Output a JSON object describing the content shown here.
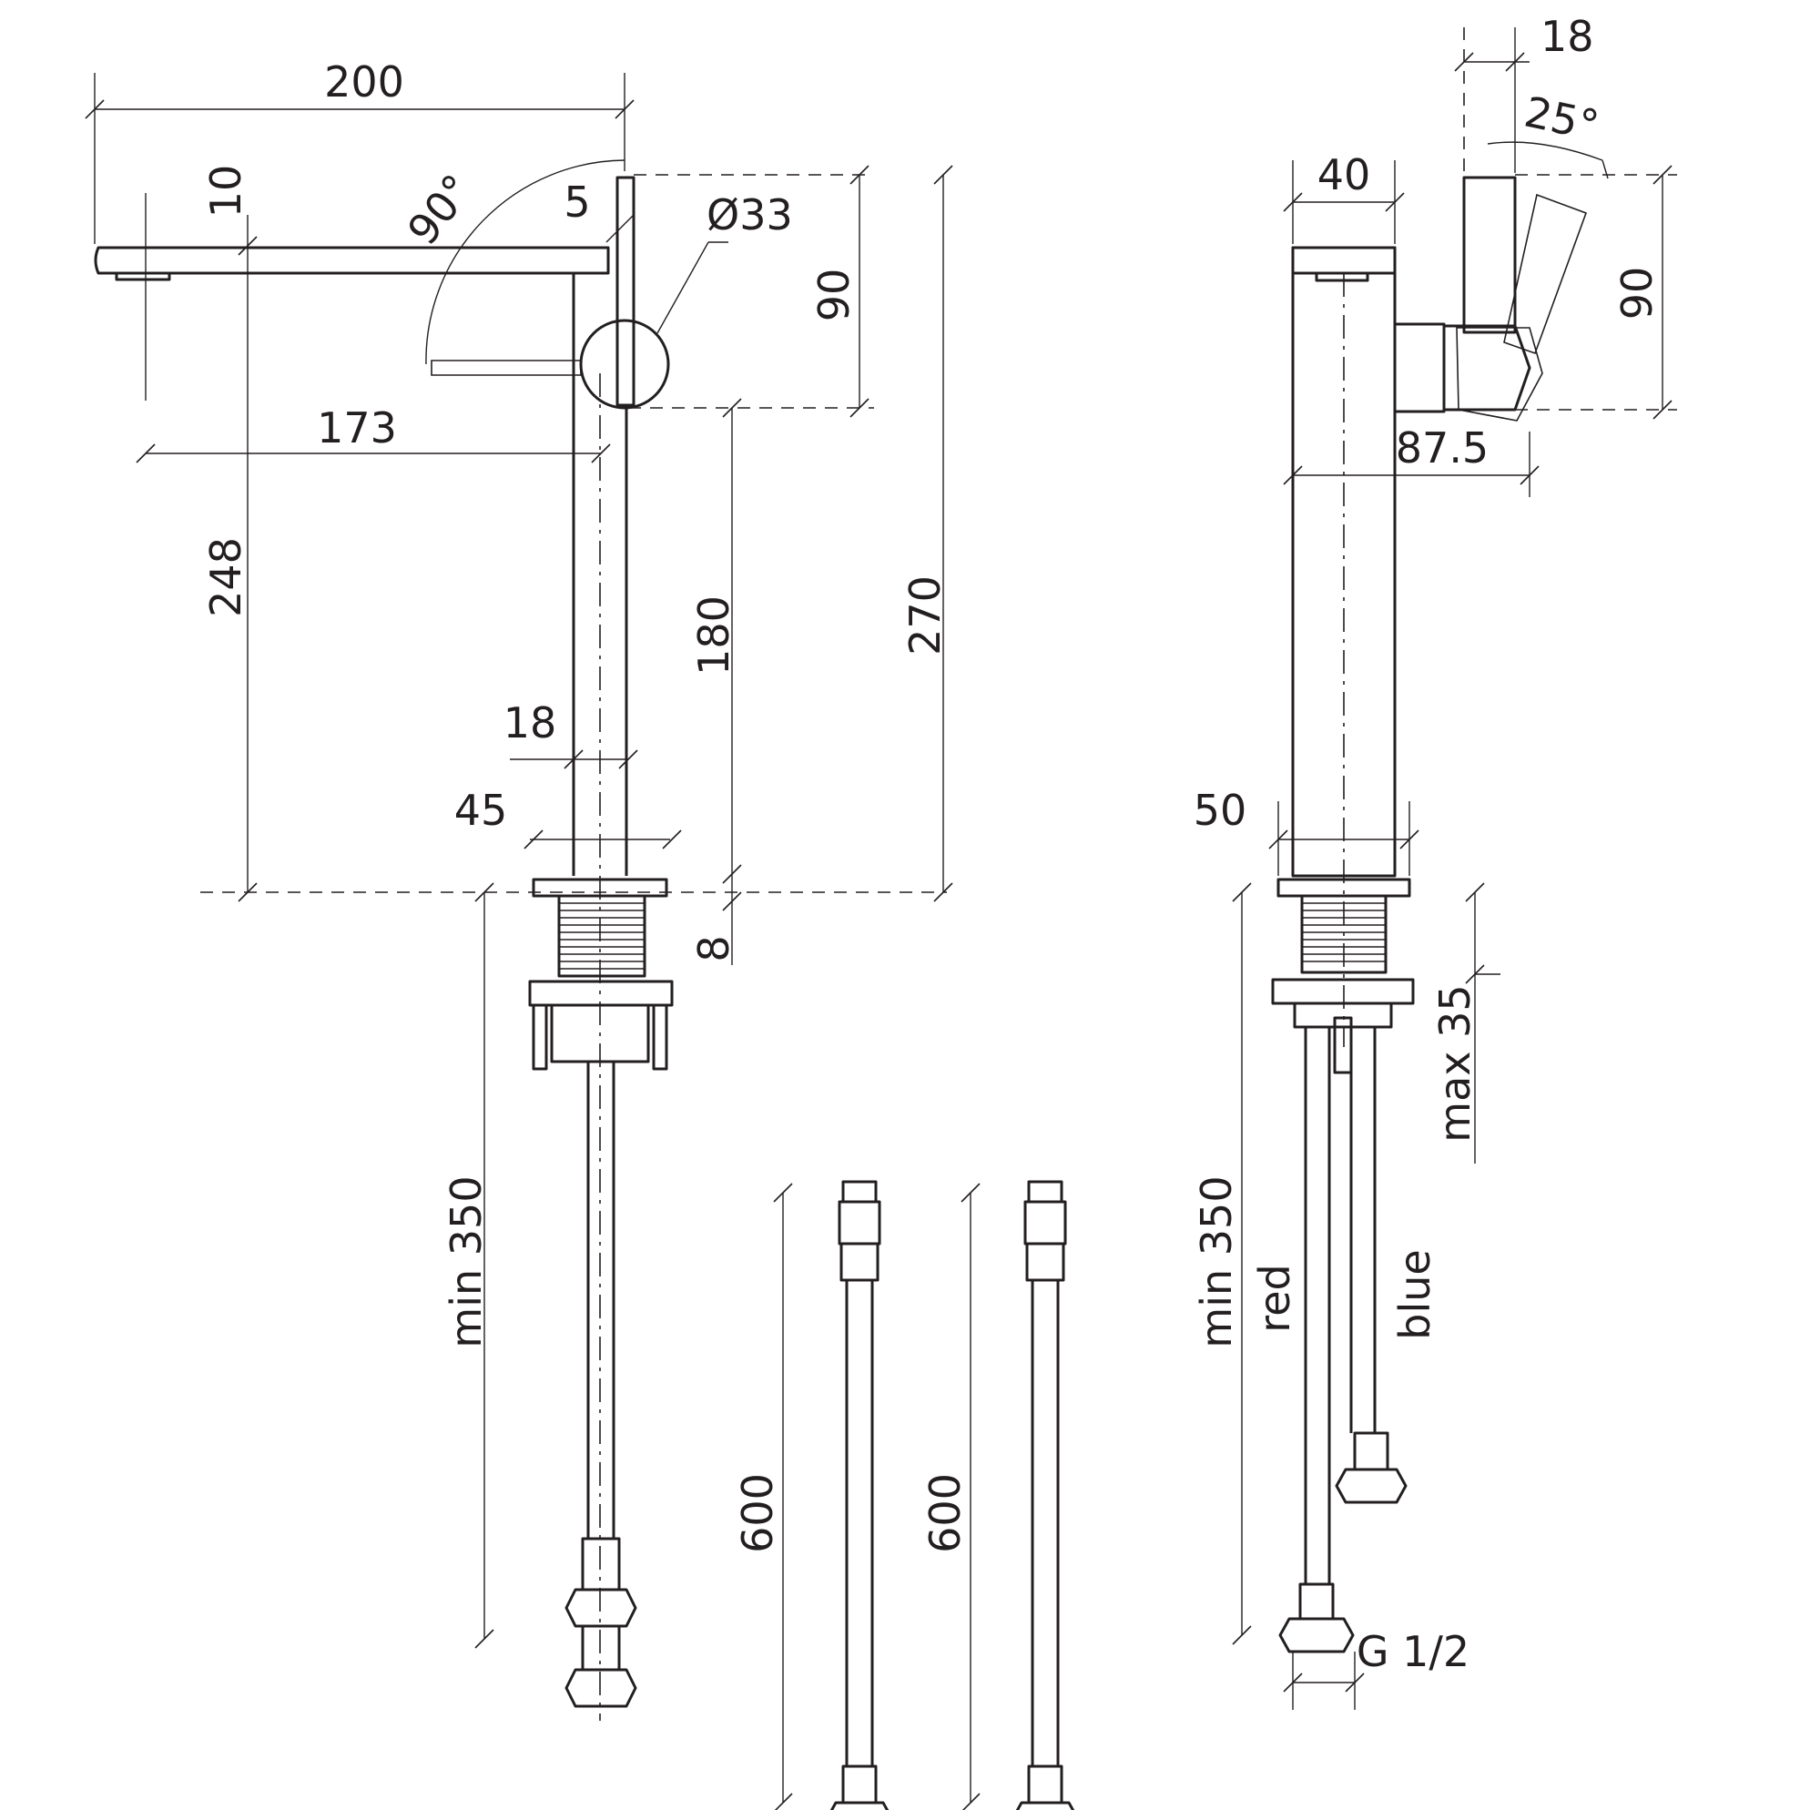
{
  "dimensions": {
    "spout_length": "200",
    "spout_thickness": "10",
    "lever_swing_angle": "90°",
    "lever_offset": "5",
    "lever_diameter": "Ø33",
    "handle_height_front": "90",
    "spout_reach": "173",
    "spout_height": "248",
    "handle_to_deck": "180",
    "total_height": "270",
    "stem_width": "18",
    "base_width": "45",
    "base_thickness": "8",
    "supply_length_front": "min 350",
    "hose_length_1": "600",
    "hose_length_2": "600",
    "side_body_width": "40",
    "side_lever_width": "18",
    "side_lever_angle": "25°",
    "side_handle_height": "90",
    "side_depth": "87.5",
    "side_base_width": "50",
    "max_deck_thickness": "max 35",
    "supply_length_side": "min 350",
    "hot_hose_label": "red",
    "cold_hose_label": "blue",
    "thread_size": "G 1/2"
  }
}
